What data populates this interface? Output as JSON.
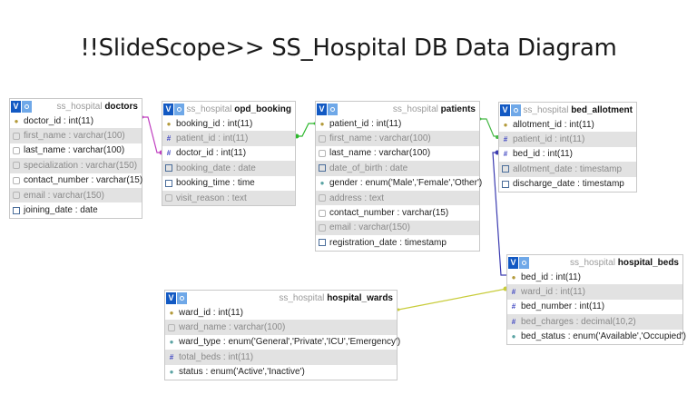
{
  "title": "!!SlideScope>> SS_Hospital DB Data Diagram",
  "header_icons": {
    "view_icon": "V",
    "options_icon": "gear"
  },
  "tables": {
    "doctors": {
      "db": "ss_hospital",
      "name": "doctors",
      "columns": [
        {
          "text": "doctor_id : int(11)",
          "icon": "key"
        },
        {
          "text": "first_name : varchar(100)",
          "icon": "txt"
        },
        {
          "text": "last_name : varchar(100)",
          "icon": "txt"
        },
        {
          "text": "specialization : varchar(150)",
          "icon": "txt"
        },
        {
          "text": "contact_number : varchar(15)",
          "icon": "txt"
        },
        {
          "text": "email : varchar(150)",
          "icon": "txt"
        },
        {
          "text": "joining_date : date",
          "icon": "date"
        }
      ]
    },
    "opd_booking": {
      "db": "ss_hospital",
      "name": "opd_booking",
      "columns": [
        {
          "text": "booking_id : int(11)",
          "icon": "key"
        },
        {
          "text": "patient_id : int(11)",
          "icon": "fk"
        },
        {
          "text": "doctor_id : int(11)",
          "icon": "fk"
        },
        {
          "text": "booking_date : date",
          "icon": "date"
        },
        {
          "text": "booking_time : time",
          "icon": "date"
        },
        {
          "text": "visit_reason : text",
          "icon": "txt"
        }
      ]
    },
    "patients": {
      "db": "ss_hospital",
      "name": "patients",
      "columns": [
        {
          "text": "patient_id : int(11)",
          "icon": "key"
        },
        {
          "text": "first_name : varchar(100)",
          "icon": "txt"
        },
        {
          "text": "last_name : varchar(100)",
          "icon": "txt"
        },
        {
          "text": "date_of_birth : date",
          "icon": "date"
        },
        {
          "text": "gender : enum('Male','Female','Other')",
          "icon": "enum"
        },
        {
          "text": "address : text",
          "icon": "txt"
        },
        {
          "text": "contact_number : varchar(15)",
          "icon": "txt"
        },
        {
          "text": "email : varchar(150)",
          "icon": "txt"
        },
        {
          "text": "registration_date : timestamp",
          "icon": "date"
        }
      ]
    },
    "bed_allotment": {
      "db": "ss_hospital",
      "name": "bed_allotment",
      "columns": [
        {
          "text": "allotment_id : int(11)",
          "icon": "key"
        },
        {
          "text": "patient_id : int(11)",
          "icon": "fk"
        },
        {
          "text": "bed_id : int(11)",
          "icon": "fk"
        },
        {
          "text": "allotment_date : timestamp",
          "icon": "date"
        },
        {
          "text": "discharge_date : timestamp",
          "icon": "date"
        }
      ]
    },
    "hospital_beds": {
      "db": "ss_hospital",
      "name": "hospital_beds",
      "columns": [
        {
          "text": "bed_id : int(11)",
          "icon": "key"
        },
        {
          "text": "ward_id : int(11)",
          "icon": "fk"
        },
        {
          "text": "bed_number : int(11)",
          "icon": "fk"
        },
        {
          "text": "bed_charges : decimal(10,2)",
          "icon": "fk"
        },
        {
          "text": "bed_status : enum('Available','Occupied')",
          "icon": "enum"
        }
      ]
    },
    "hospital_wards": {
      "db": "ss_hospital",
      "name": "hospital_wards",
      "columns": [
        {
          "text": "ward_id : int(11)",
          "icon": "key"
        },
        {
          "text": "ward_name : varchar(100)",
          "icon": "txt"
        },
        {
          "text": "ward_type : enum('General','Private','ICU','Emergency')",
          "icon": "enum"
        },
        {
          "text": "total_beds : int(11)",
          "icon": "fk"
        },
        {
          "text": "status : enum('Active','Inactive')",
          "icon": "enum"
        }
      ]
    }
  },
  "relations": [
    {
      "from": "opd_booking.doctor_id",
      "to": "doctors.doctor_id",
      "color": "#c03fc0"
    },
    {
      "from": "opd_booking.patient_id",
      "to": "patients.patient_id",
      "color": "#2db82d"
    },
    {
      "from": "bed_allotment.patient_id",
      "to": "patients.patient_id",
      "color": "#46b846"
    },
    {
      "from": "bed_allotment.bed_id",
      "to": "hospital_beds.bed_id",
      "color": "#3b3bb0"
    },
    {
      "from": "hospital_beds.ward_id",
      "to": "hospital_wards.ward_id",
      "color": "#c8cc3a"
    }
  ]
}
